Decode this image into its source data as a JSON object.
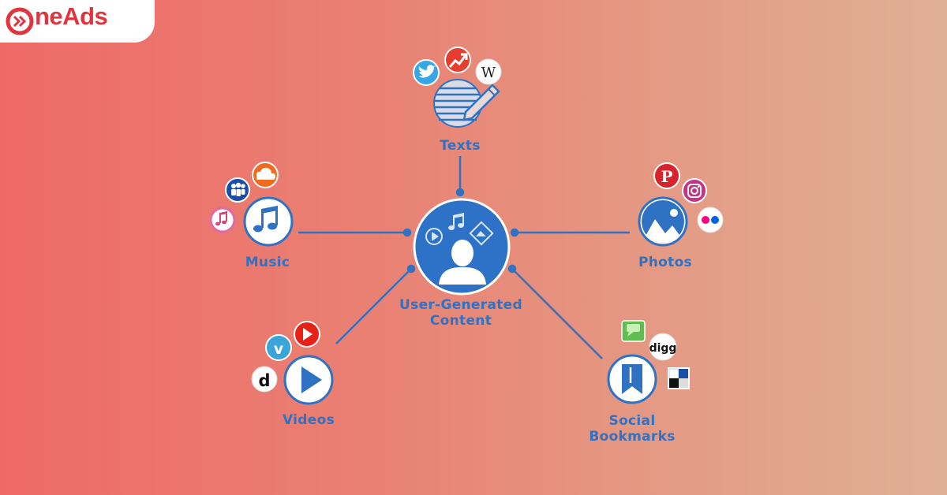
{
  "logo": {
    "text": "neAds"
  },
  "center": {
    "label_line1": "User-Generated",
    "label_line2": "Content"
  },
  "nodes": {
    "texts": {
      "label": "Texts"
    },
    "music": {
      "label": "Music"
    },
    "photos": {
      "label": "Photos"
    },
    "videos": {
      "label": "Videos"
    },
    "bookmarks": {
      "label_line1": "Social",
      "label_line2": "Bookmarks"
    }
  },
  "icons": {
    "texts": [
      "twitter-icon",
      "trending-icon",
      "wikipedia-icon"
    ],
    "music": [
      "myspace-icon",
      "soundcloud-icon",
      "itunes-icon"
    ],
    "photos": [
      "pinterest-icon",
      "instagram-icon",
      "flickr-icon"
    ],
    "videos": [
      "vimeo-icon",
      "youtube-icon",
      "dailymotion-icon"
    ],
    "bookmarks": [
      "chat-icon",
      "digg-icon",
      "delicious-icon"
    ]
  },
  "colors": {
    "primary": "#2f72c4",
    "logo_red": "#e0343f"
  }
}
